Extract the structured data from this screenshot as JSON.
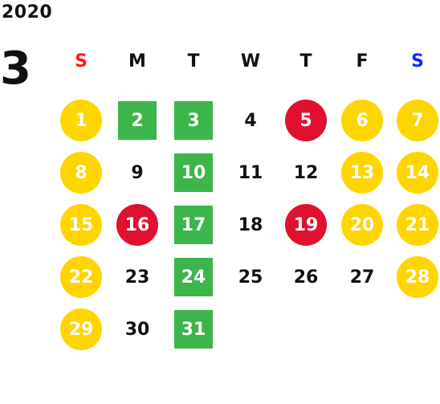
{
  "calendar": {
    "year": "2020",
    "month": "3",
    "weekdays": [
      {
        "label": "S",
        "color": "#ff1a1a"
      },
      {
        "label": "M",
        "color": "#111111"
      },
      {
        "label": "T",
        "color": "#111111"
      },
      {
        "label": "W",
        "color": "#111111"
      },
      {
        "label": "T",
        "color": "#111111"
      },
      {
        "label": "F",
        "color": "#111111"
      },
      {
        "label": "S",
        "color": "#0a2bff"
      }
    ],
    "colors": {
      "yellow": "#ffd500",
      "red": "#e0102f",
      "green": "#3cb54a"
    },
    "weeks": [
      [
        {
          "day": "1",
          "style": "yellow"
        },
        {
          "day": "2",
          "style": "green"
        },
        {
          "day": "3",
          "style": "green"
        },
        {
          "day": "4",
          "style": "plain"
        },
        {
          "day": "5",
          "style": "red"
        },
        {
          "day": "6",
          "style": "yellow"
        },
        {
          "day": "7",
          "style": "yellow"
        }
      ],
      [
        {
          "day": "8",
          "style": "yellow"
        },
        {
          "day": "9",
          "style": "plain"
        },
        {
          "day": "10",
          "style": "green"
        },
        {
          "day": "11",
          "style": "plain"
        },
        {
          "day": "12",
          "style": "plain"
        },
        {
          "day": "13",
          "style": "yellow"
        },
        {
          "day": "14",
          "style": "yellow"
        }
      ],
      [
        {
          "day": "15",
          "style": "yellow"
        },
        {
          "day": "16",
          "style": "red"
        },
        {
          "day": "17",
          "style": "green"
        },
        {
          "day": "18",
          "style": "plain"
        },
        {
          "day": "19",
          "style": "red"
        },
        {
          "day": "20",
          "style": "yellow"
        },
        {
          "day": "21",
          "style": "yellow"
        }
      ],
      [
        {
          "day": "22",
          "style": "yellow"
        },
        {
          "day": "23",
          "style": "plain"
        },
        {
          "day": "24",
          "style": "green"
        },
        {
          "day": "25",
          "style": "plain"
        },
        {
          "day": "26",
          "style": "plain"
        },
        {
          "day": "27",
          "style": "plain"
        },
        {
          "day": "28",
          "style": "yellow"
        }
      ],
      [
        {
          "day": "29",
          "style": "yellow"
        },
        {
          "day": "30",
          "style": "plain"
        },
        {
          "day": "31",
          "style": "green"
        },
        {
          "day": "",
          "style": "empty"
        },
        {
          "day": "",
          "style": "empty"
        },
        {
          "day": "",
          "style": "empty"
        },
        {
          "day": "",
          "style": "empty"
        }
      ]
    ]
  }
}
